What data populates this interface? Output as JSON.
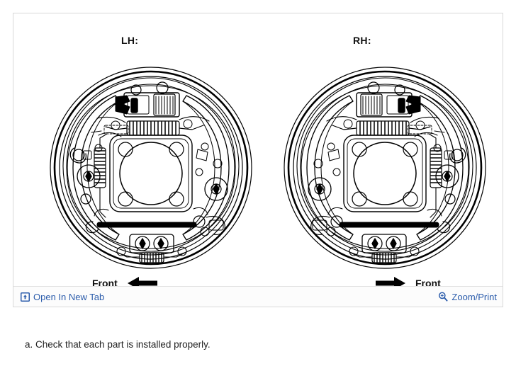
{
  "figure": {
    "labels": {
      "left_side": "LH:",
      "right_side": "RH:"
    },
    "direction_markers": {
      "left": {
        "text": "Front",
        "arrow": "left-arrow-icon"
      },
      "right": {
        "text": "Front",
        "arrow": "right-arrow-icon"
      }
    },
    "diagram_description": "Rear drum brake assembly line drawing, left-hand and right-hand mirrored views",
    "footer": {
      "open_new_tab": {
        "label": "Open In New Tab",
        "icon": "open-in-new-tab-icon"
      },
      "zoom_print": {
        "label": "Zoom/Print",
        "icon": "magnifier-plus-icon"
      }
    },
    "colors": {
      "link": "#2b5cab",
      "panel_border": "#d8d8d8",
      "footer_background": "#fcfcfc",
      "footer_border": "#e2e2e2",
      "line_art": "#000000",
      "text": "#222222"
    }
  },
  "caption": {
    "text": "a. Check that each part is installed properly."
  }
}
